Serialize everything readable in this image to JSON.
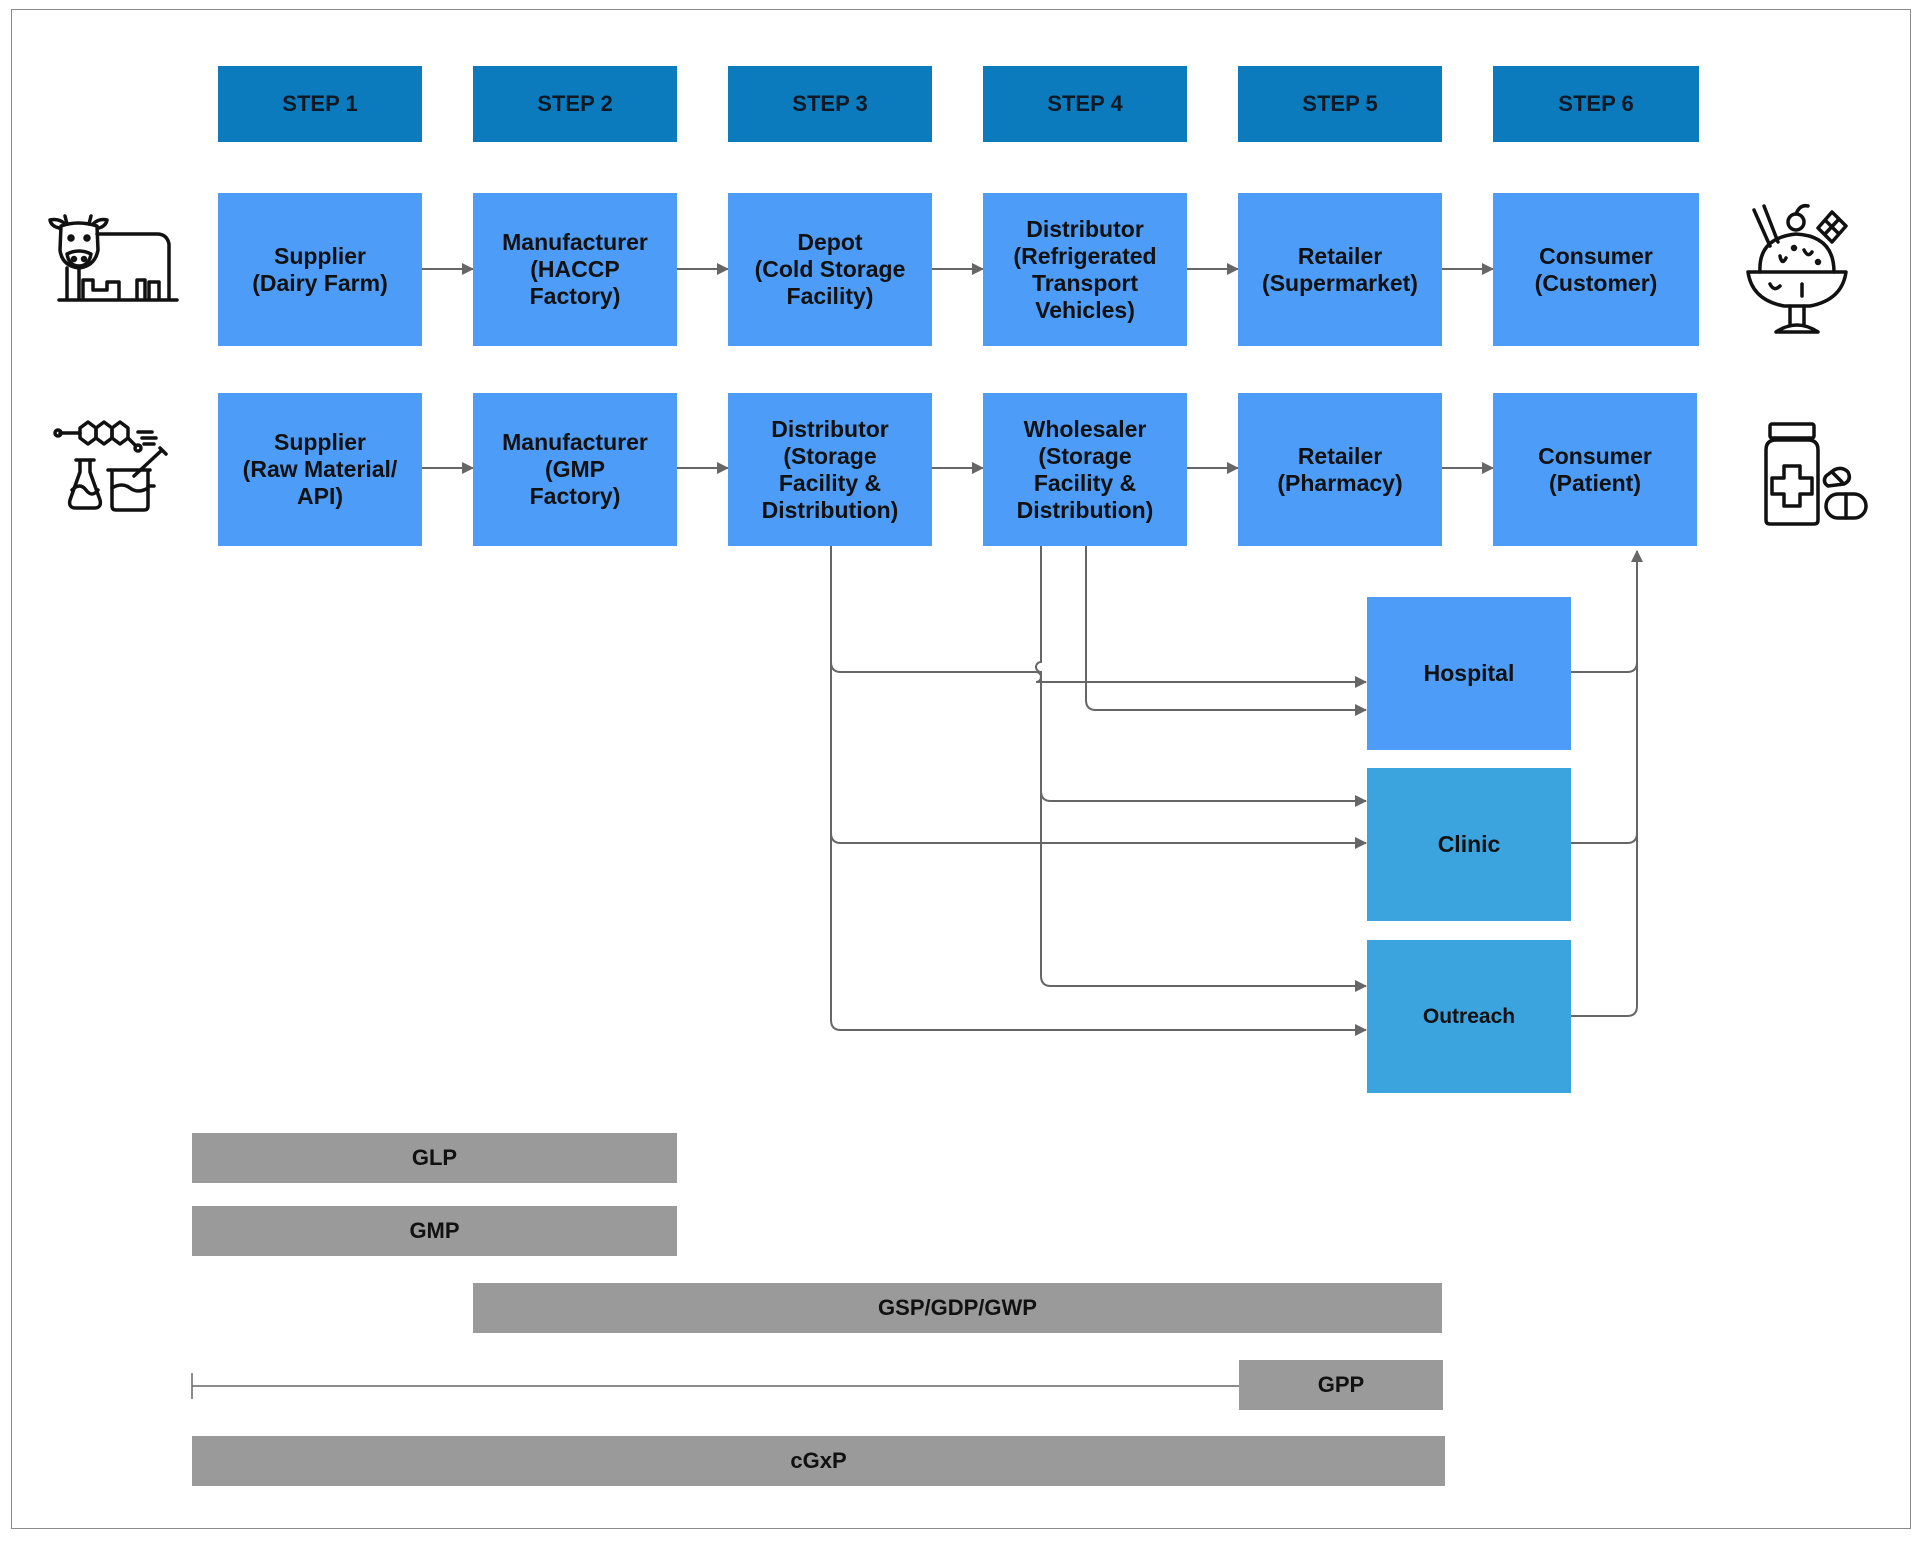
{
  "steps": [
    "STEP 1",
    "STEP 2",
    "STEP 3",
    "STEP 4",
    "STEP 5",
    "STEP 6"
  ],
  "dairy_chain": [
    "Supplier\n(Dairy Farm)",
    "Manufacturer\n(HACCP\nFactory)",
    "Depot\n(Cold Storage\nFacility)",
    "Distributor\n(Refrigerated\nTransport\nVehicles)",
    "Retailer\n(Supermarket)",
    "Consumer\n(Customer)"
  ],
  "pharma_chain": [
    "Supplier\n(Raw Material/\nAPI)",
    "Manufacturer\n(GMP\nFactory)",
    "Distributor\n(Storage\nFacility &\nDistribution)",
    "Wholesaler\n(Storage\nFacility &\nDistribution)",
    "Retailer\n(Pharmacy)",
    "Consumer\n(Patient)"
  ],
  "endpoints": {
    "hospital": "Hospital",
    "clinic": "Clinic",
    "outreach": "Outreach"
  },
  "practice_bars": {
    "glp": "GLP",
    "gmp": "GMP",
    "gsp": "GSP/GDP/GWP",
    "gpp": "GPP",
    "cgxp": "cGxP"
  },
  "icons": {
    "dairy_source": "cow-icon",
    "dairy_consumer": "ice-cream-sundae-icon",
    "pharma_source": "chemistry-lab-icon",
    "pharma_consumer": "medicine-bottle-icon"
  },
  "colors": {
    "step_header": "#0b7bbd",
    "chain_box": "#4d9df8",
    "endpoint_box": "#3ba3de",
    "practice_bar": "#9a9a9a",
    "connector": "#666666"
  }
}
